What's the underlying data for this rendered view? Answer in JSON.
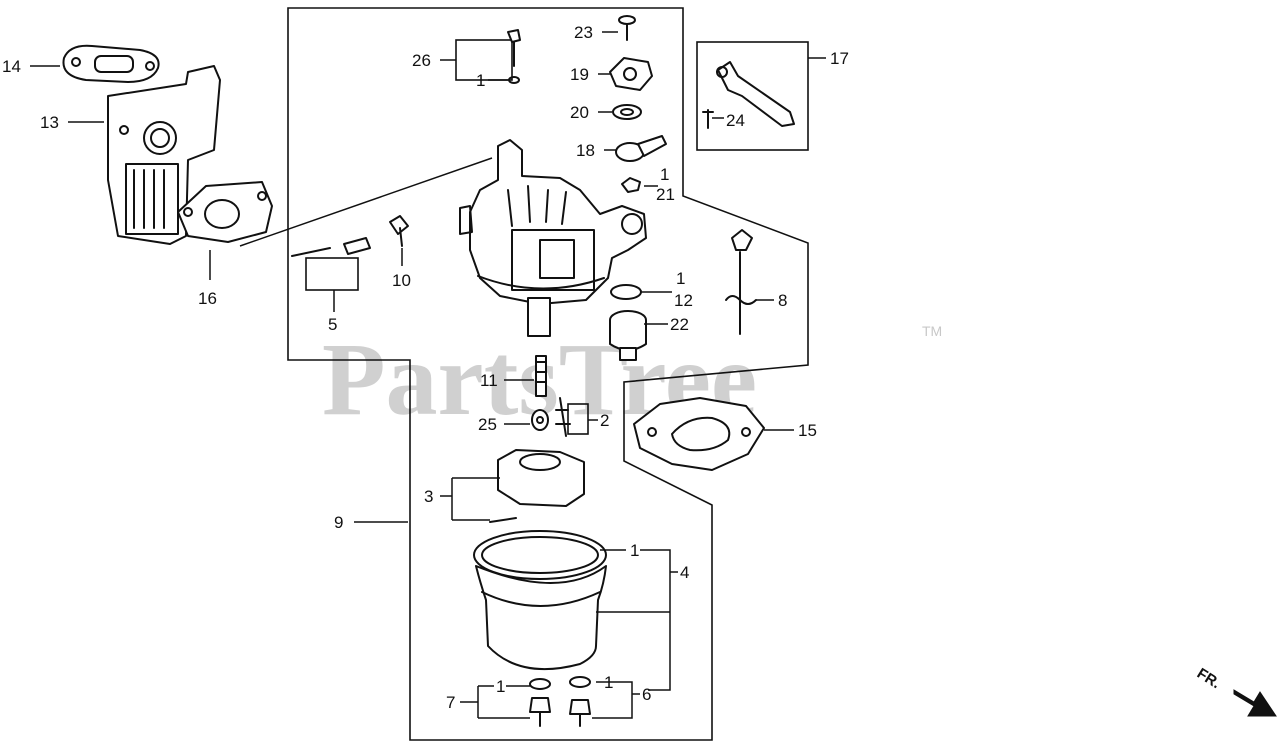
{
  "watermark": {
    "text": "PartsTree",
    "trademark": "TM"
  },
  "direction_marker": {
    "text": "FR."
  },
  "callouts": {
    "c1_12": "1",
    "c1_21": "1",
    "c1_26": "1",
    "c1_4": "1",
    "c1_6": "1",
    "c1_7": "1",
    "c2": "2",
    "c3": "3",
    "c4": "4",
    "c5": "5",
    "c6": "6",
    "c7": "7",
    "c8": "8",
    "c9": "9",
    "c10": "10",
    "c11": "11",
    "c12": "12",
    "c13": "13",
    "c14": "14",
    "c15": "15",
    "c16": "16",
    "c17": "17",
    "c18": "18",
    "c19": "19",
    "c20": "20",
    "c21": "21",
    "c22": "22",
    "c23": "23",
    "c24": "24",
    "c25": "25",
    "c26": "26"
  }
}
